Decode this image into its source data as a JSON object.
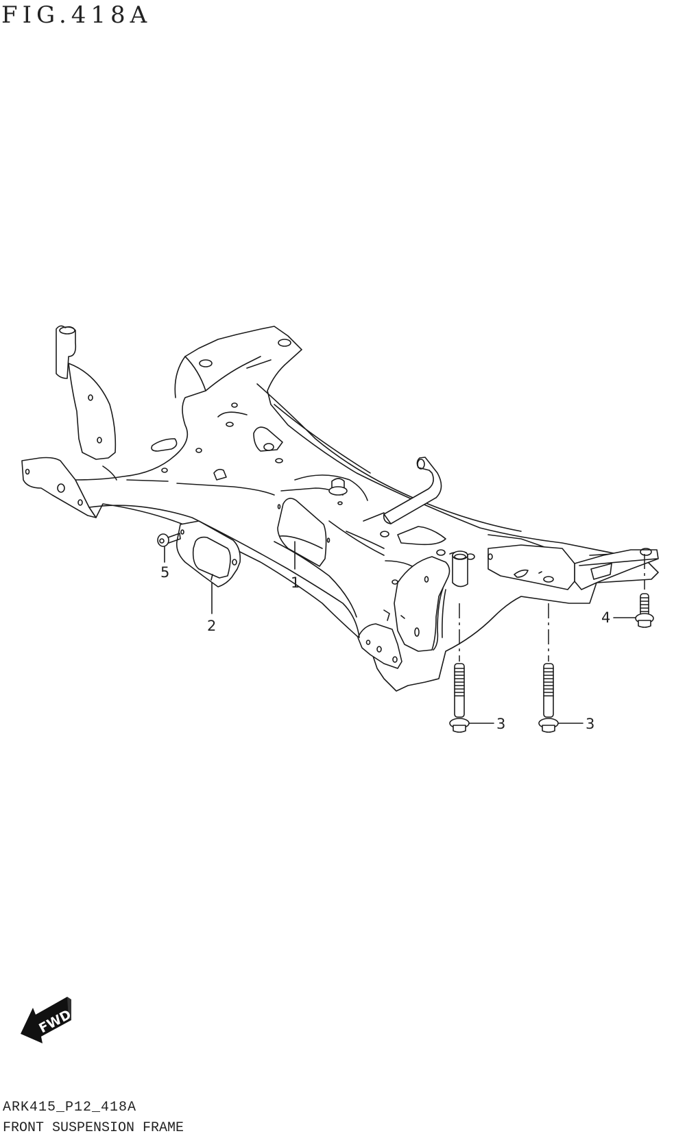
{
  "figure": {
    "title": "FIG.418A",
    "code": "ARK415_P12_418A",
    "name": "FRONT SUSPENSION FRAME"
  },
  "callouts": [
    {
      "id": "1",
      "label": "1",
      "part": "frame"
    },
    {
      "id": "2",
      "label": "2",
      "part": "cover-plate"
    },
    {
      "id": "3a",
      "label": "3",
      "part": "bolt-left"
    },
    {
      "id": "3b",
      "label": "3",
      "part": "bolt-right"
    },
    {
      "id": "4",
      "label": "4",
      "part": "rear-bolt"
    },
    {
      "id": "5",
      "label": "5",
      "part": "clip"
    }
  ],
  "fwd_indicator": {
    "label": "FWD",
    "icon": "arrow-forward-icon"
  },
  "colors": {
    "line": "#1a1a1a",
    "background": "#ffffff"
  }
}
